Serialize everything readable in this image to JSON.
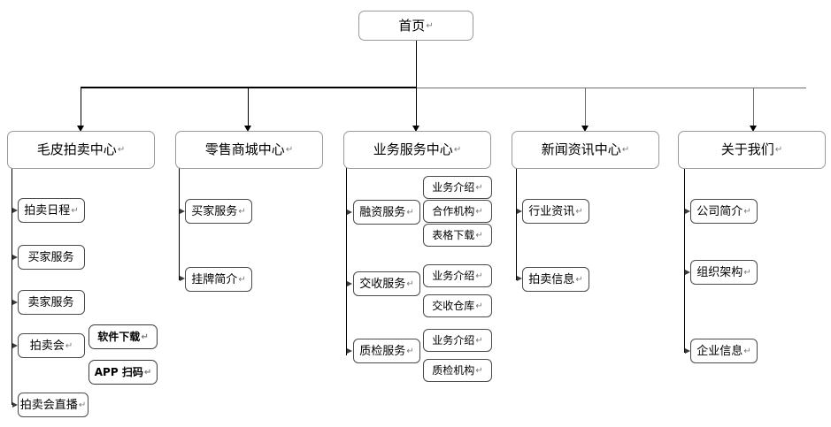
{
  "diagram": {
    "type": "site-map-tree",
    "title_node": {
      "label": "首页",
      "mark": "↵"
    },
    "level1": [
      {
        "label": "毛皮拍卖中心",
        "mark": "↵"
      },
      {
        "label": "零售商城中心",
        "mark": "↵"
      },
      {
        "label": "业务服务中心",
        "mark": "↵"
      },
      {
        "label": "新闻资讯中心",
        "mark": "↵"
      },
      {
        "label": "关于我们",
        "mark": "↵"
      }
    ],
    "col1": {
      "children": [
        {
          "label": "拍卖日程",
          "mark": "↵"
        },
        {
          "label": "买家服务",
          "mark": ""
        },
        {
          "label": "卖家服务",
          "mark": ""
        },
        {
          "label": "拍卖会",
          "mark": "↵"
        },
        {
          "label": "拍卖会直播",
          "mark": "↵"
        }
      ],
      "extra": [
        {
          "label": "软件下载",
          "mark": "↵"
        },
        {
          "label": "APP 扫码",
          "mark": "↵"
        }
      ]
    },
    "col2": {
      "children": [
        {
          "label": "买家服务",
          "mark": "↵"
        },
        {
          "label": "挂牌简介",
          "mark": "↵"
        }
      ]
    },
    "col3": {
      "children": [
        {
          "label": "融资服务",
          "mark": "↵",
          "subs": [
            {
              "label": "业务介绍",
              "mark": "↵"
            },
            {
              "label": "合作机构",
              "mark": "↵"
            },
            {
              "label": "表格下载",
              "mark": "↵"
            }
          ]
        },
        {
          "label": "交收服务",
          "mark": "↵",
          "subs": [
            {
              "label": "业务介绍",
              "mark": "↵"
            },
            {
              "label": "交收仓库",
              "mark": "↵"
            }
          ]
        },
        {
          "label": "质检服务",
          "mark": "↵",
          "subs": [
            {
              "label": "业务介绍",
              "mark": "↵"
            },
            {
              "label": "质检机构",
              "mark": "↵"
            }
          ]
        }
      ]
    },
    "col4": {
      "children": [
        {
          "label": "行业资讯",
          "mark": "↵"
        },
        {
          "label": "拍卖信息",
          "mark": "↵"
        }
      ]
    },
    "col5": {
      "children": [
        {
          "label": "公司简介",
          "mark": "↵"
        },
        {
          "label": "组织架构",
          "mark": "↵"
        },
        {
          "label": "企业信息",
          "mark": "↵"
        }
      ]
    },
    "colors": {
      "background": "#ffffff",
      "connector": "#000000",
      "connector_light": "#6d6d6d",
      "box_border_light": "#9a9a9a",
      "box_border_dark": "#4a4a4a",
      "text": "#000000"
    }
  }
}
